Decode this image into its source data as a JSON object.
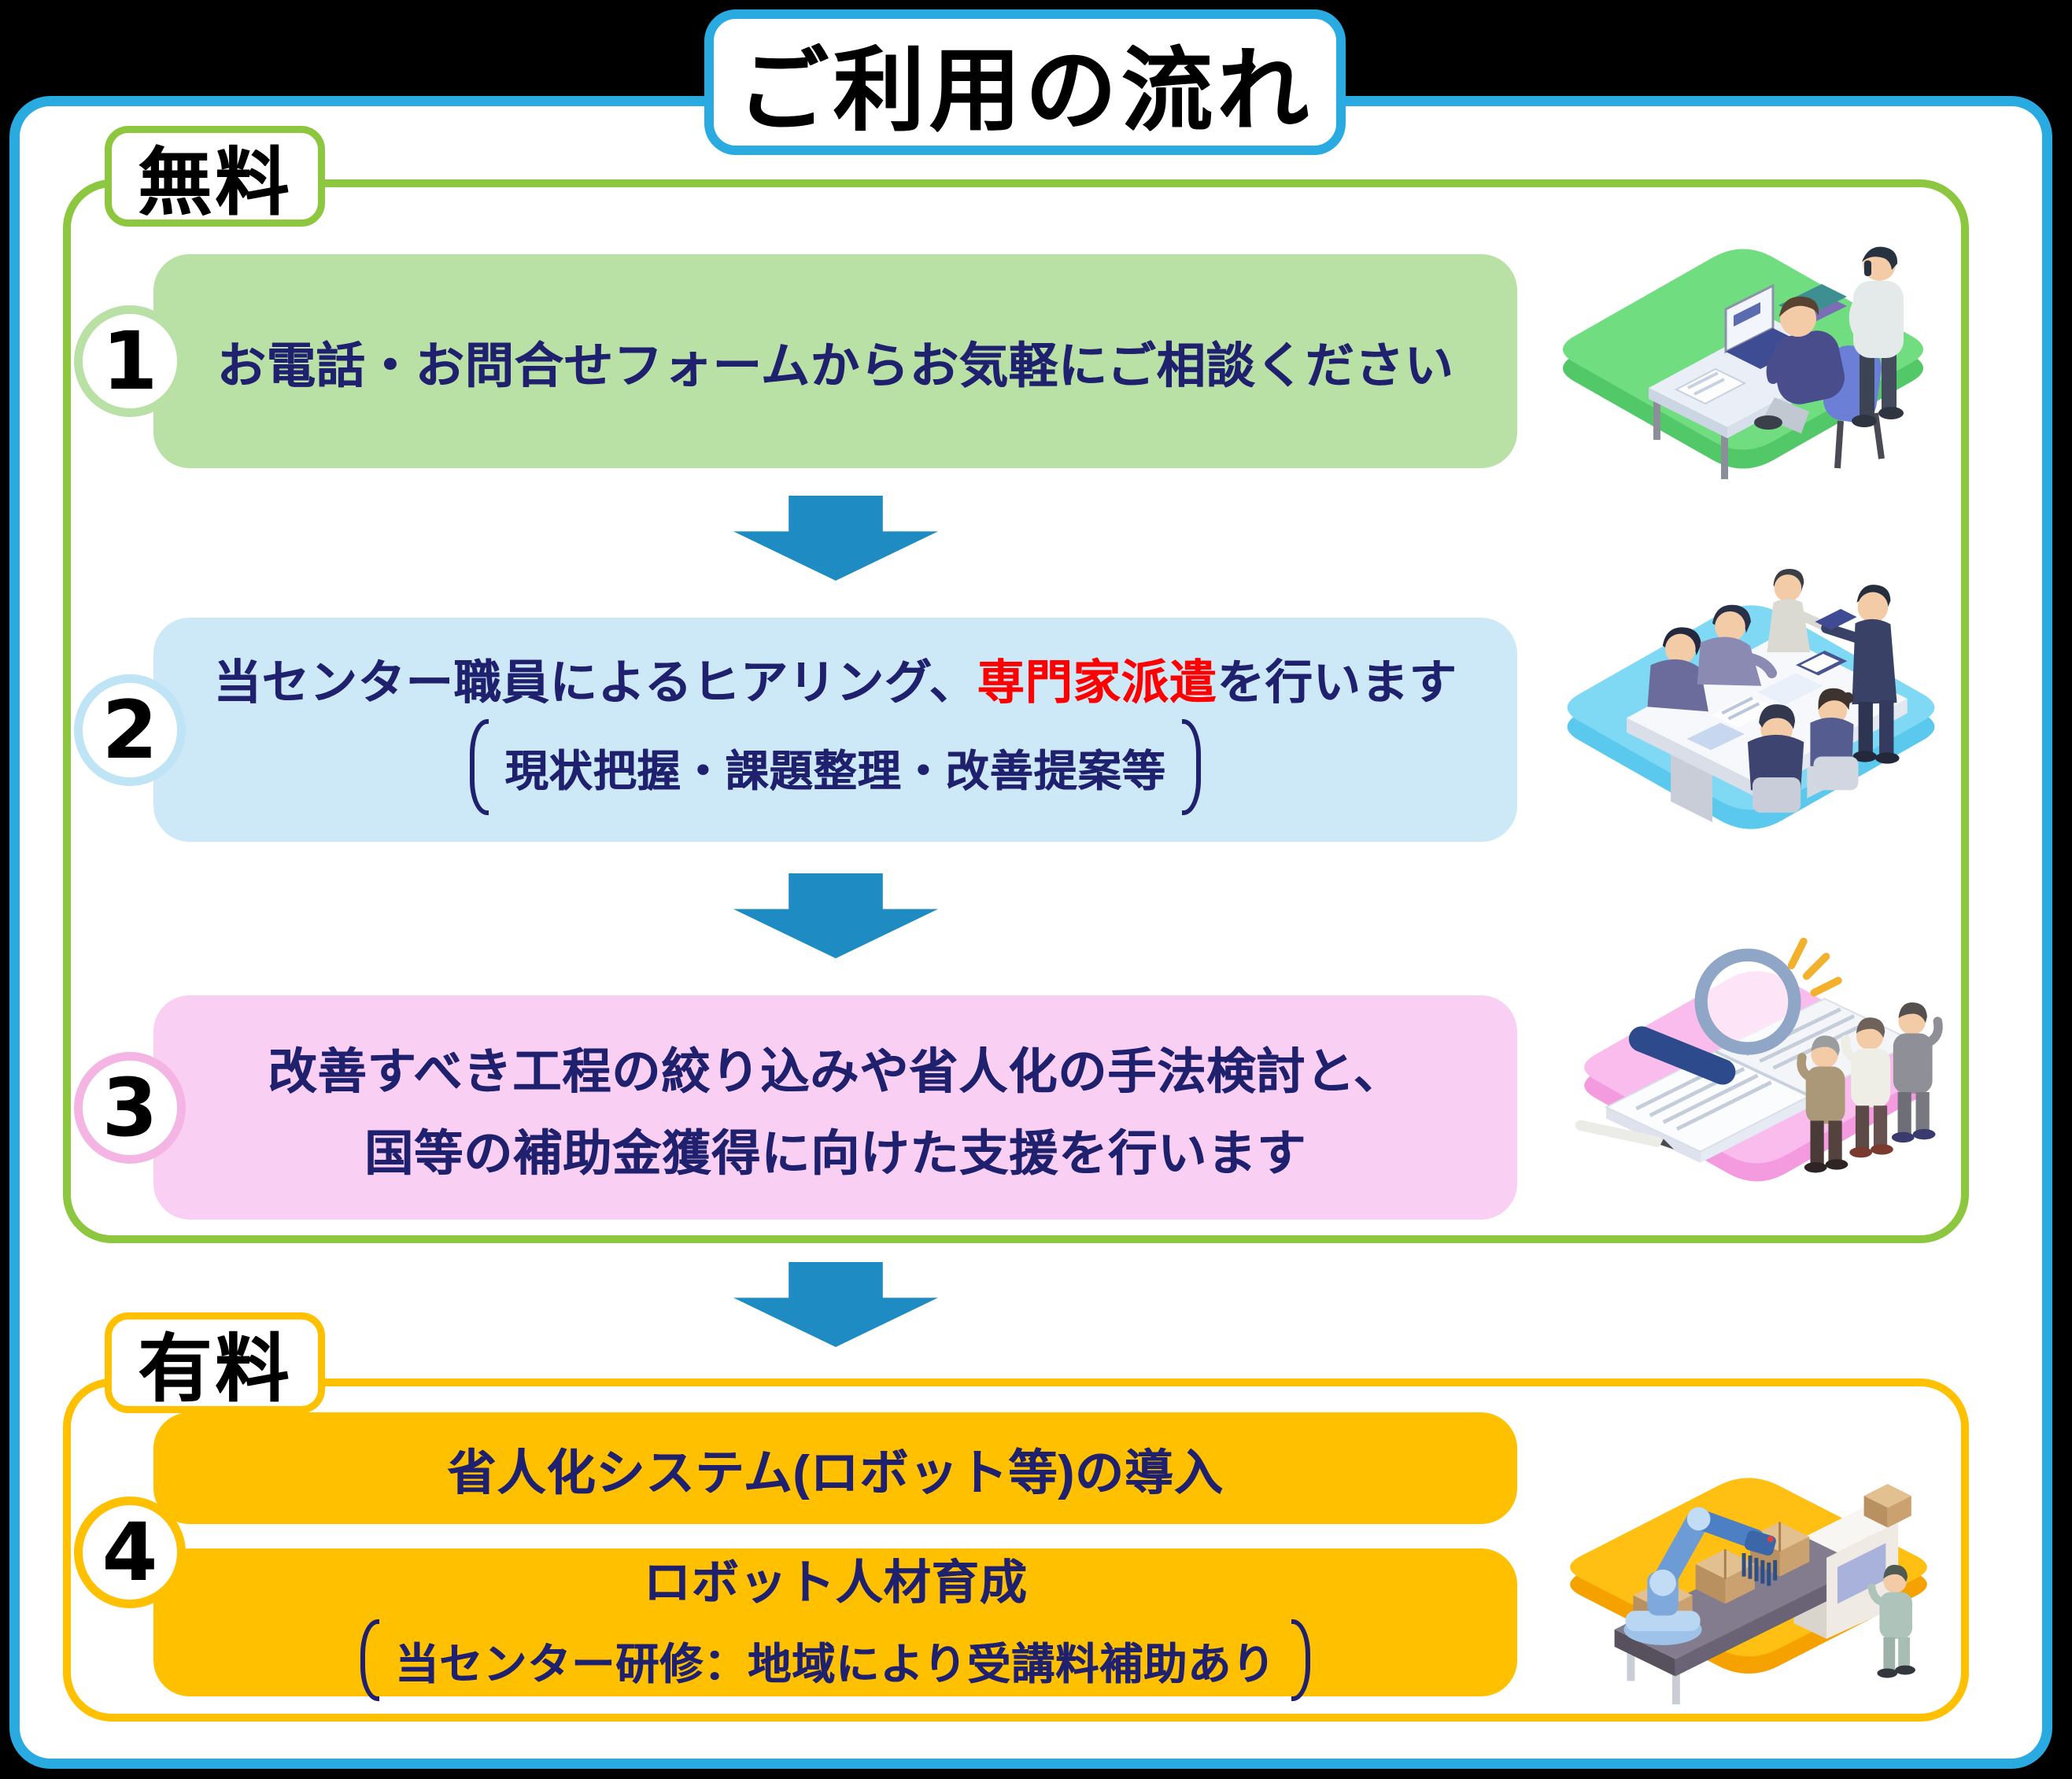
{
  "title": "ご利用の流れ",
  "sections": [
    {
      "label": "無料",
      "border_color": "#8DC63F"
    },
    {
      "label": "有料",
      "border_color": "#FFC000"
    }
  ],
  "steps": [
    {
      "number": "1",
      "text": "お電話・お問合せフォームからお気軽にご相談ください"
    },
    {
      "number": "2",
      "text_before": "当センター職員によるヒアリング、",
      "text_accent": "専門家派遣",
      "text_after": "を行います",
      "bracket_note": "現状把握・課題整理・改善提案等"
    },
    {
      "number": "3",
      "line1": "改善すべき工程の絞り込みや省人化の手法検討と、",
      "line2": "国等の補助金獲得に向けた支援を行います"
    },
    {
      "number": "4",
      "box1_text": "省人化システム(ロボット等)の導入",
      "box2_title": "ロボット人材育成",
      "box2_bracket_note": "当センター研修：地域により受講料補助あり"
    }
  ],
  "icons": {
    "down_arrow": "down-arrow",
    "illustrations": [
      {
        "name": "phone-consultation-scene",
        "platform_color": "#6FDD80"
      },
      {
        "name": "meeting-hearing-scene",
        "platform_color": "#7FD9F4"
      },
      {
        "name": "document-review-scene",
        "platform_color": "#F9BCEC"
      },
      {
        "name": "robot-production-line-scene",
        "platform_color": "#FFC013"
      }
    ]
  },
  "colors": {
    "background": "#000000",
    "frame_border": "#29ABE2",
    "free_border": "#8DC63F",
    "paid_border": "#FFC000",
    "arrow": "#1E8CC2",
    "text_navy": "#1F216E",
    "accent_red": "#FF0000",
    "step1_fill": "#B9E0A5",
    "step2_fill": "#CDE9F8",
    "step3_fill": "#F9D0F3",
    "step4_fill": "#FFC000"
  }
}
